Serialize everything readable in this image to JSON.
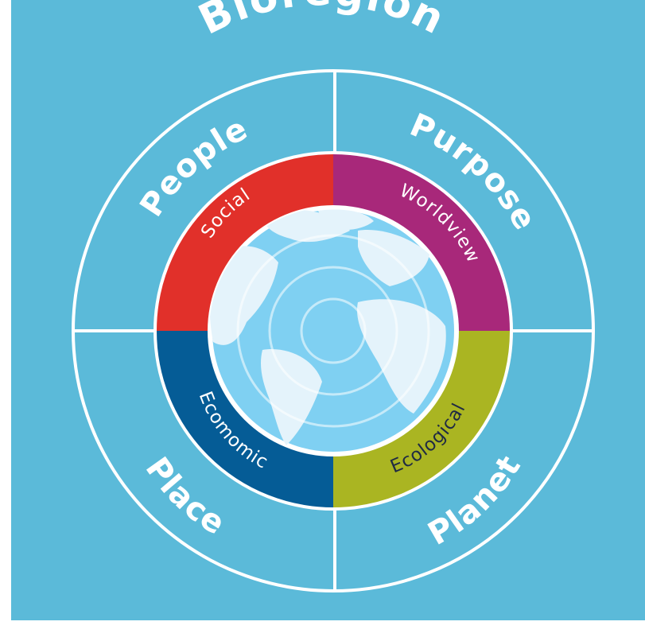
{
  "diagram": {
    "title": "Bioregion",
    "colors": {
      "background": "#5bbad9",
      "lines": "#ffffff",
      "social": "#e1302a",
      "worldview": "#a8287a",
      "economic": "#055c96",
      "ecological": "#aab522",
      "ocean": "#7fd0f2",
      "land": "#e4f3fb"
    },
    "quadrants": [
      {
        "key": "people",
        "label": "People",
        "position": "top-left"
      },
      {
        "key": "purpose",
        "label": "Purpose",
        "position": "top-right"
      },
      {
        "key": "place",
        "label": "Place",
        "position": "bottom-left"
      },
      {
        "key": "planet",
        "label": "Planet",
        "position": "bottom-right"
      }
    ],
    "ring_segments": [
      {
        "key": "social",
        "label": "Social",
        "color": "#e1302a",
        "text_color": "light"
      },
      {
        "key": "worldview",
        "label": "Worldview",
        "color": "#a8287a",
        "text_color": "light"
      },
      {
        "key": "economic",
        "label": "Ecomomic",
        "color": "#055c96",
        "text_color": "light"
      },
      {
        "key": "ecological",
        "label": "Ecological",
        "color": "#aab522",
        "text_color": "dark"
      }
    ],
    "center_icon": "globe-icon"
  }
}
